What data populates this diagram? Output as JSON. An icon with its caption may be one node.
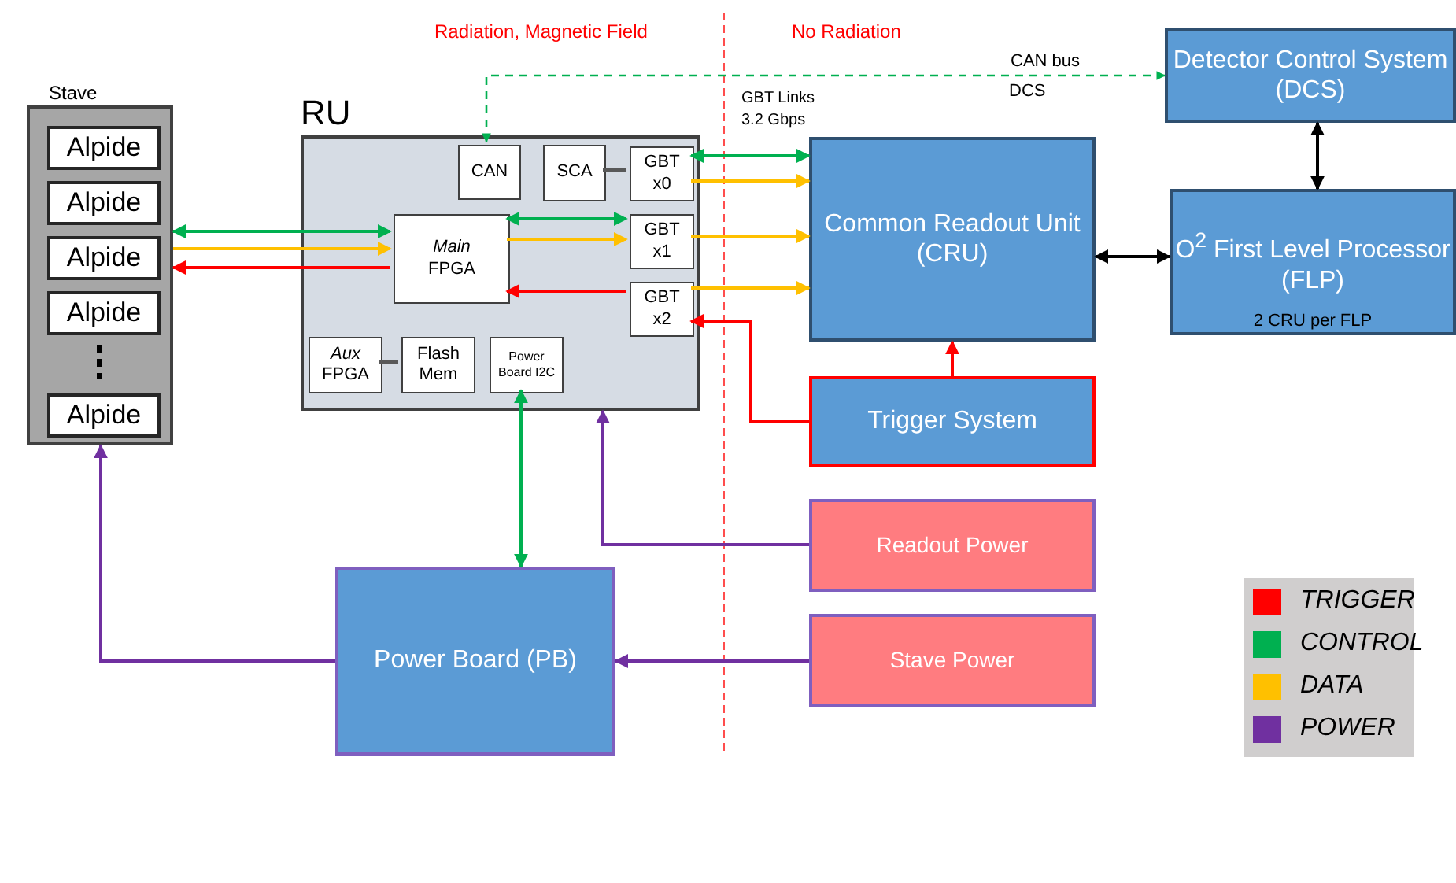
{
  "diagram": {
    "nodes": [
      {
        "text": [
          "Stave"
        ]
      },
      {
        "text": [
          "Alpide"
        ],
        "in": 0
      },
      {
        "text": [
          "Alpide"
        ],
        "in": 0
      },
      {
        "text": [
          "Alpide"
        ],
        "in": 0
      },
      {
        "text": [
          "Alpide"
        ],
        "in": 0
      },
      {
        "text": [
          "Alpide"
        ],
        "in": 0
      },
      {
        "text": [
          "RU"
        ]
      },
      {
        "text": [
          "CAN"
        ],
        "in": 6
      },
      {
        "text": [
          "SCA"
        ],
        "in": 6
      },
      {
        "text": [
          "GBT x0"
        ],
        "in": 6
      },
      {
        "text": [
          "*Main* FPGA"
        ],
        "in": 6
      },
      {
        "text": [
          "GBT x1"
        ],
        "in": 6
      },
      {
        "text": [
          "GBT x2"
        ],
        "in": 6
      },
      {
        "text": [
          "*Aux* FPGA"
        ],
        "in": 6
      },
      {
        "text": [
          "Flash Mem"
        ],
        "in": 6
      },
      {
        "text": [
          "Power Board I2C"
        ],
        "in": 6
      },
      {
        "text": [
          "Common Readout Unit (CRU)"
        ]
      },
      {
        "text": [
          "Detector Control System (DCS)"
        ]
      },
      {
        "text": [
          "O$^{2}$ First Level Processor (FLP)",
          "2 CRU per FLP"
        ]
      },
      {
        "text": [
          "Trigger System"
        ]
      },
      {
        "text": [
          "Readout Power"
        ]
      },
      {
        "text": [
          "Stave Power"
        ]
      },
      {
        "text": [
          "Power Board (PB)"
        ]
      }
    ],
    "edges": [
      {
        "from": 0,
        "to": 10,
        "arrow": "both",
        "color": "#00b050"
      },
      {
        "from": 0,
        "to": 10,
        "arrow": "to",
        "color": "#ffc000"
      },
      {
        "from": 10,
        "to": 0,
        "arrow": "to",
        "color": "#ff0000"
      },
      {
        "from": 10,
        "to": 11,
        "arrow": "both",
        "color": "#00b050"
      },
      {
        "from": 10,
        "to": 11,
        "arrow": "to",
        "color": "#ffc000"
      },
      {
        "from": 12,
        "to": 10,
        "arrow": "to",
        "color": "#ff0000"
      },
      {
        "from": 9,
        "to": 16,
        "arrow": "both",
        "color": "#00b050"
      },
      {
        "from": 9,
        "to": 16,
        "arrow": "to",
        "color": "#ffc000"
      },
      {
        "from": 11,
        "to": 16,
        "arrow": "to",
        "color": "#ffc000"
      },
      {
        "from": 12,
        "to": 16,
        "arrow": "to",
        "color": "#ffc000"
      },
      {
        "from": 19,
        "to": 12,
        "arrow": "to",
        "color": "#ff0000"
      },
      {
        "from": 19,
        "to": 16,
        "arrow": "to",
        "color": "#ff0000"
      },
      {
        "from": 16,
        "to": 18,
        "arrow": "both",
        "color": "#000000"
      },
      {
        "from": 17,
        "to": 18,
        "arrow": "both",
        "color": "#000000"
      },
      {
        "from": 7,
        "to": 17,
        "arrow": "both",
        "label": "CAN bus",
        "style": "dashed",
        "color": "#00b050"
      },
      {
        "from": 15,
        "to": 22,
        "arrow": "both",
        "color": "#00b050"
      },
      {
        "from": 20,
        "to": 6,
        "arrow": "to",
        "color": "#7030a0"
      },
      {
        "from": 21,
        "to": 22,
        "arrow": "to",
        "color": "#7030a0"
      },
      {
        "from": 22,
        "to": 0,
        "arrow": "to",
        "color": "#7030a0"
      },
      {
        "from": 8,
        "to": 9,
        "arrow": "none",
        "color": "#595959"
      },
      {
        "from": 13,
        "to": 14,
        "arrow": "none",
        "color": "#595959"
      }
    ],
    "labels": [
      "Radiation,  Magnetic Field",
      "No Radiation",
      "GBT Links 3.2 Gbps",
      "DCS"
    ],
    "legend": [
      {
        "text": "TRIGGER",
        "color": "#ff0000"
      },
      {
        "text": "CONTROL",
        "color": "#00b050"
      },
      {
        "text": "DATA",
        "color": "#ffc000"
      },
      {
        "text": "POWER",
        "color": "#7030a0"
      }
    ]
  }
}
